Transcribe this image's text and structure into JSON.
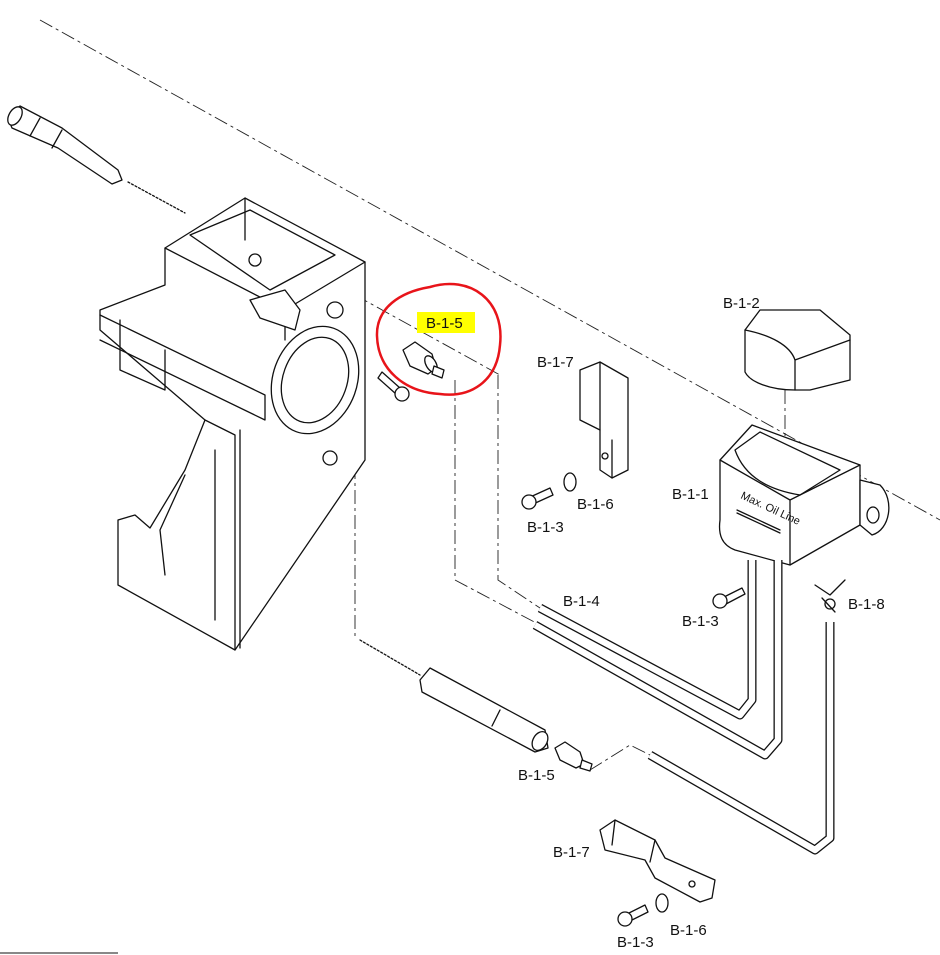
{
  "diagram": {
    "type": "exploded parts diagram",
    "highlight_color": "#ffff00",
    "circle_color": "#e8141a",
    "callouts": {
      "highlighted": "B-1-5",
      "cap": "B-1-2",
      "bracket_upper": "B-1-7",
      "washer_upper": "B-1-6",
      "screw_upper": "B-1-3",
      "oil_cup": "B-1-1",
      "tubes": "B-1-4",
      "screw_cup": "B-1-3",
      "spring_clip": "B-1-8",
      "fitting_lower": "B-1-5",
      "bracket_lower": "B-1-7",
      "screw_lower": "B-1-3",
      "washer_lower": "B-1-6"
    },
    "cup_marking": "Max. Oil Line"
  }
}
